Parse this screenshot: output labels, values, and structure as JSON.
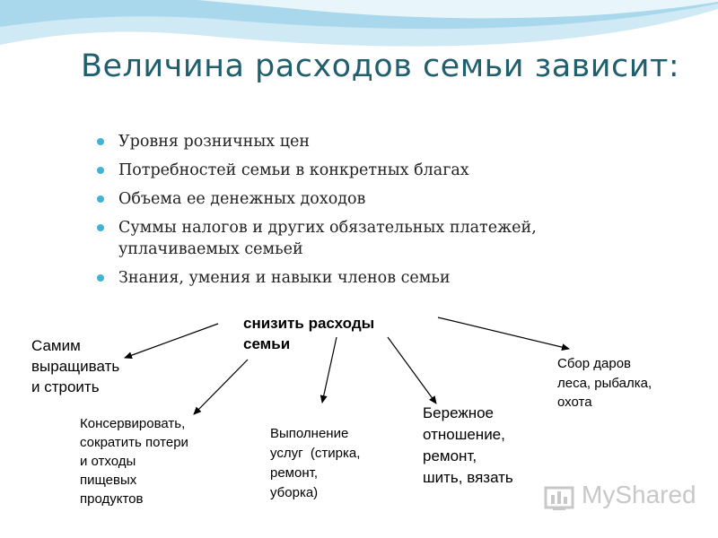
{
  "slide": {
    "title": "Величина расходов семьи зависит:",
    "bullets": [
      "Уровня розничных цен",
      "Потребностей семьи в конкретных благах",
      "Объема ее денежных доходов",
      "Суммы налогов и других обязательных платежей, уплачиваемых семьей",
      "Знания, умения и навыки членов семьи"
    ]
  },
  "diagram": {
    "center": [
      "снизить расходы",
      "семьи"
    ],
    "branch_grow": [
      "Самим",
      "выращивать",
      "и строить"
    ],
    "branch_preserve": [
      "Консервировать,",
      "сократить потери",
      "и отходы",
      "пищевых",
      "продуктов"
    ],
    "branch_services": [
      "Выполнение",
      "услуг  (стирка,",
      "ремонт,",
      "уборка)"
    ],
    "branch_careful": [
      "Бережное",
      "отношение,",
      "ремонт,",
      "шить, вязать"
    ],
    "branch_forest": [
      "Сбор даров",
      "леса, рыбалка,",
      "охота"
    ]
  },
  "watermark": {
    "text": "MyShared",
    "colors": {
      "wave_light": "#d9eef7",
      "wave_mid": "#9fd3ea",
      "title": "#1f5f6e",
      "bullet": "#3fb4d2"
    }
  }
}
